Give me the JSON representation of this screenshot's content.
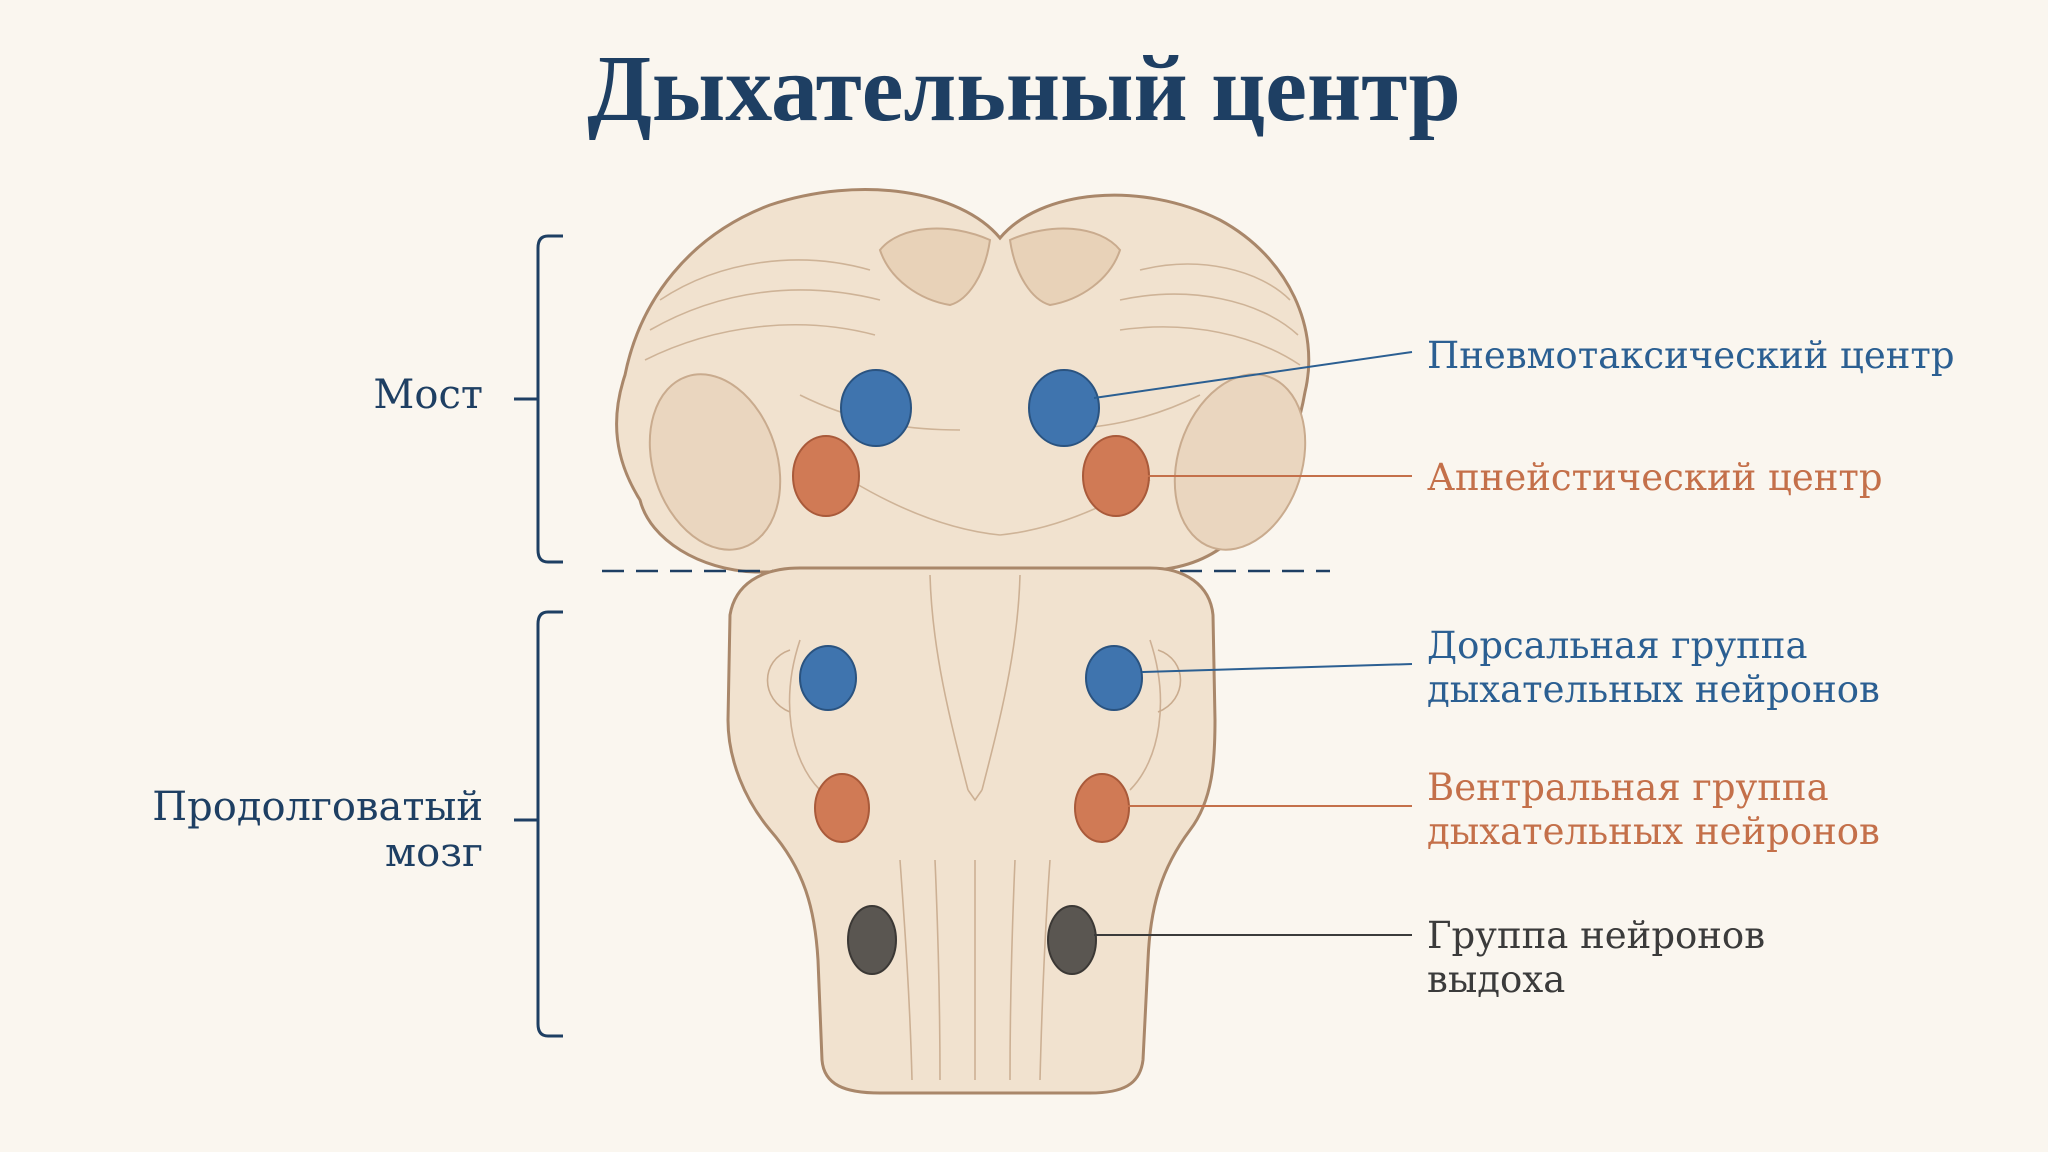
{
  "title": "Дыхательный центр",
  "regions": {
    "pons": "Мост",
    "medulla_line1": "Продолговатый",
    "medulla_line2": "мозг"
  },
  "callouts": {
    "pneumotaxic": "Пневмотаксический центр",
    "apneustic": "Апнейстический центр",
    "dorsal_line1": "Дорсальная группа",
    "dorsal_line2": "дыхательных нейронов",
    "ventral_line1": "Вентральная группа",
    "ventral_line2": "дыхательных нейронов",
    "expiratory_line1": "Группа нейронов",
    "expiratory_line2": "выдоха"
  },
  "colors": {
    "title": "#1e3f63",
    "blue_nucleus": "#3f74ae",
    "orange_nucleus": "#d07a55",
    "dark_nucleus": "#5a5651",
    "tissue": "#f1e2cf",
    "outline": "#a9876a"
  }
}
